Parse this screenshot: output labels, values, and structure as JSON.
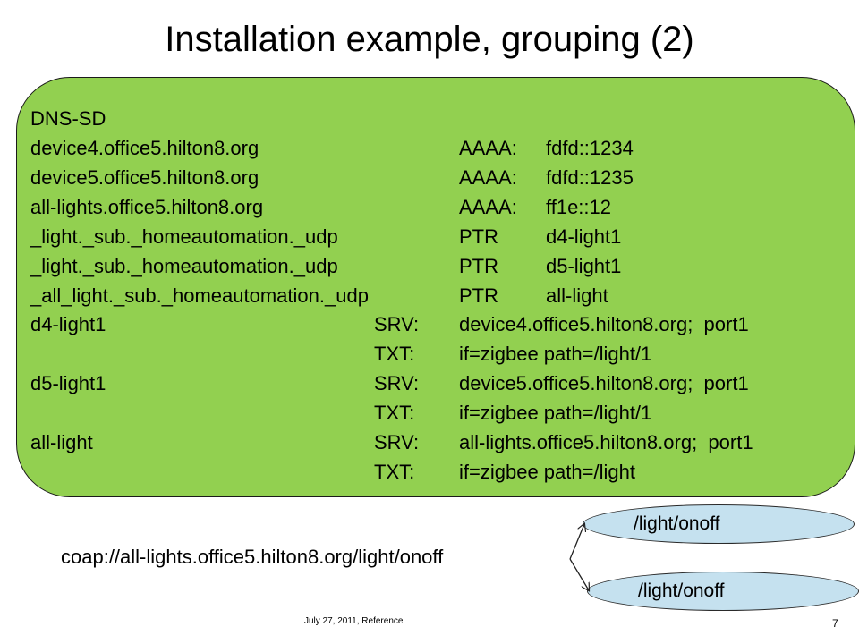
{
  "slide": {
    "title": "Installation example, grouping (2)",
    "footer": "July 27, 2011, Reference",
    "page_number": "7"
  },
  "dns": {
    "header": "DNS-SD",
    "records": [
      {
        "name": "device4.office5.hilton8.org",
        "type": "AAAA:",
        "value": "fdfd::1234"
      },
      {
        "name": "device5.office5.hilton8.org",
        "type": "AAAA:",
        "value": "fdfd::1235"
      },
      {
        "name": "all-lights.office5.hilton8.org",
        "type": "AAAA:",
        "value": "ff1e::12"
      },
      {
        "name": "_light._sub._homeautomation._udp",
        "type": "PTR",
        "value": "d4-light1"
      },
      {
        "name": "_light._sub._homeautomation._udp",
        "type": "PTR",
        "value": "d5-light1"
      },
      {
        "name": "_all_light._sub._homeautomation._udp",
        "type": "PTR",
        "value": "all-light"
      },
      {
        "name": "d4-light1",
        "type": "SRV:",
        "value": "device4.office5.hilton8.org;  port1"
      },
      {
        "name": "",
        "type": "TXT:",
        "value": "if=zigbee path=/light/1"
      },
      {
        "name": "d5-light1",
        "type": "SRV:",
        "value": "device5.office5.hilton8.org;  port1"
      },
      {
        "name": "",
        "type": "TXT:",
        "value": "if=zigbee path=/light/1"
      },
      {
        "name": "all-light",
        "type": "SRV:",
        "value": "all-lights.office5.hilton8.org;  port1"
      },
      {
        "name": "",
        "type": "TXT:",
        "value": "if=zigbee path=/light"
      }
    ]
  },
  "coap_uri": "coap://all-lights.office5.hilton8.org/light/onoff",
  "resources": [
    {
      "label": "/light/onoff"
    },
    {
      "label": "/light/onoff"
    }
  ],
  "colors": {
    "box_fill": "#92d050",
    "ellipse_fill": "#c5e1ef"
  }
}
